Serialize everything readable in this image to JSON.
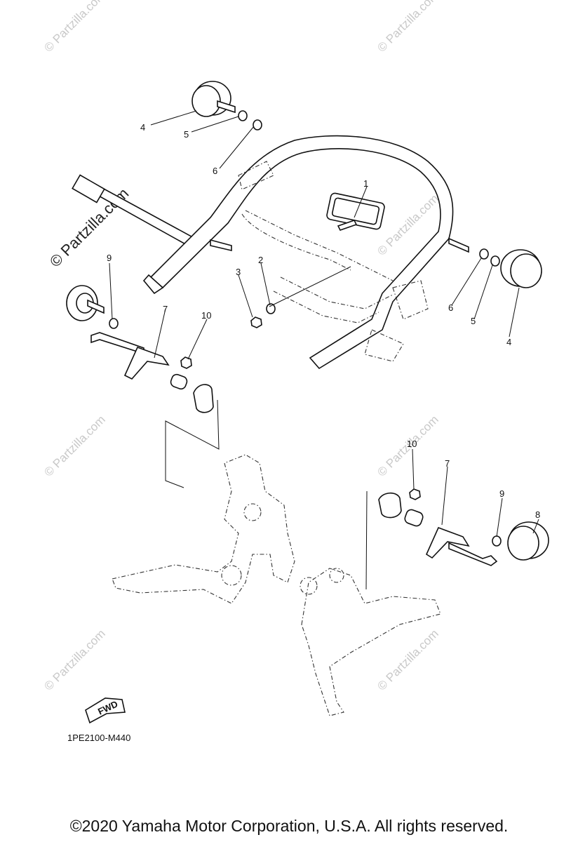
{
  "watermark": {
    "text": "© Partzilla.com"
  },
  "callouts": [
    {
      "id": "c1",
      "label": "1"
    },
    {
      "id": "c2",
      "label": "2"
    },
    {
      "id": "c3",
      "label": "3"
    },
    {
      "id": "c4a",
      "label": "4"
    },
    {
      "id": "c4b",
      "label": "4"
    },
    {
      "id": "c5a",
      "label": "5"
    },
    {
      "id": "c5b",
      "label": "5"
    },
    {
      "id": "c6a",
      "label": "6"
    },
    {
      "id": "c6b",
      "label": "6"
    },
    {
      "id": "c7a",
      "label": "7"
    },
    {
      "id": "c7b",
      "label": "7"
    },
    {
      "id": "c8",
      "label": "8"
    },
    {
      "id": "c9a",
      "label": "9"
    },
    {
      "id": "c9b",
      "label": "9"
    },
    {
      "id": "c10a",
      "label": "10"
    },
    {
      "id": "c10b",
      "label": "10"
    }
  ],
  "fwd_label": "FWD",
  "diagram_code": "1PE2100-M440",
  "copyright": "©2020 Yamaha Motor Corporation, U.S.A. All rights reserved."
}
